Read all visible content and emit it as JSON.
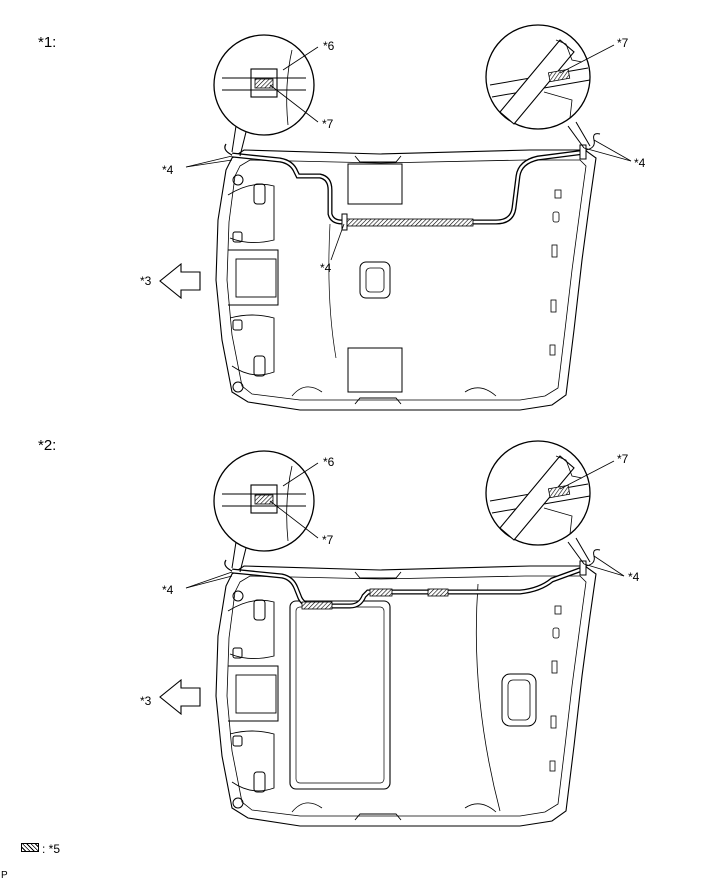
{
  "panels": [
    {
      "title": "*1:",
      "callouts": {
        "a": "*6",
        "b": "*7",
        "c": "*7",
        "d": "*4",
        "e": "*4",
        "f": "*4",
        "g": "*3"
      }
    },
    {
      "title": "*2:",
      "callouts": {
        "a": "*6",
        "b": "*7",
        "c": "*7",
        "d": "*4",
        "e": "*4",
        "g": "*3"
      }
    }
  ],
  "legend": {
    "text": ": *5"
  },
  "footer": {
    "code": "P"
  }
}
